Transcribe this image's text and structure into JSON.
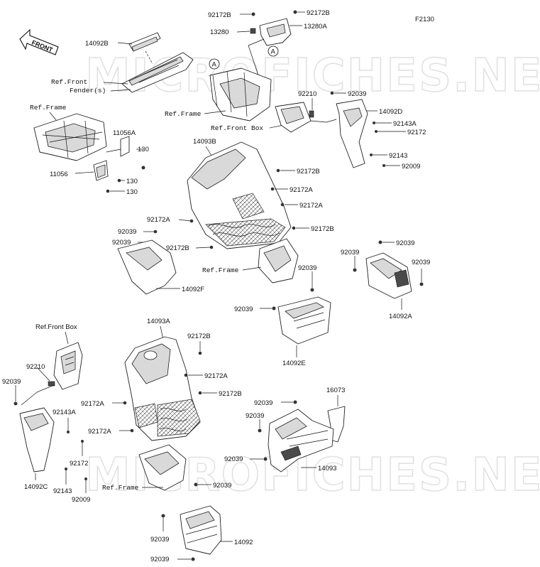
{
  "figure_code": "F2130",
  "watermark": "MICROFICHES.NET",
  "front_arrow_label": "FRONT",
  "callout_letter": "A",
  "labels": {
    "p92172B": "92172B",
    "p13280": "13280",
    "p13280A": "13280A",
    "p14092B": "14092B",
    "p14092D": "14092D",
    "p14092F": "14092F",
    "p14092A": "14092A",
    "p14092E": "14092E",
    "p14092C": "14092C",
    "p14092": "14092",
    "p14093B": "14093B",
    "p14093A": "14093A",
    "p14093": "14093",
    "p11056A": "11056A",
    "p11056": "11056",
    "p130": "130",
    "p92210": "92210",
    "p92039": "92039",
    "p92143A": "92143A",
    "p92143": "92143",
    "p92172": "92172",
    "p92172A": "92172A",
    "p92009": "92009",
    "p16073": "16073",
    "ref_front_fender_1": "Ref.Front",
    "ref_front_fender_2": "Fender(s)",
    "ref_frame": "Ref.Frame",
    "ref_front_box": "Ref.Front Box"
  }
}
